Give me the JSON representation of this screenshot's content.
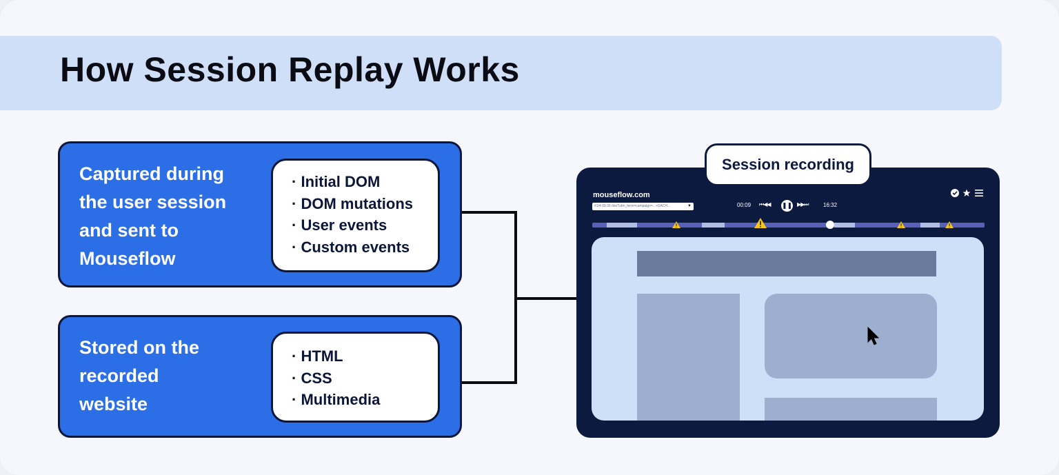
{
  "title": "How Session Replay Works",
  "captured": {
    "lines": [
      "Captured during",
      "the user session",
      "and sent to",
      "Mouseflow"
    ],
    "items": [
      "Initial DOM",
      "DOM mutations",
      "User events",
      "Custom events"
    ]
  },
  "stored": {
    "lines": [
      "Stored on the",
      "recorded",
      "website"
    ],
    "items": [
      "HTML",
      "CSS",
      "Multimedia"
    ]
  },
  "recording": {
    "label": "Session recording",
    "site": "mouseflow.com",
    "url": "#1/4 00:39 /de/?utm_term=campaign=...+DACH...",
    "time_start": "00:09",
    "time_end": "16:32"
  },
  "icons": [
    "check-circle-icon",
    "star-icon",
    "menu-icon",
    "pause-icon",
    "rewind-icon",
    "fast-forward-icon",
    "warning-icon",
    "cursor-icon"
  ],
  "colors": {
    "title_band": "#cfdff7",
    "box_blue": "#2b6ee6",
    "navy": "#0c1a3f",
    "warning": "#f5c518"
  }
}
